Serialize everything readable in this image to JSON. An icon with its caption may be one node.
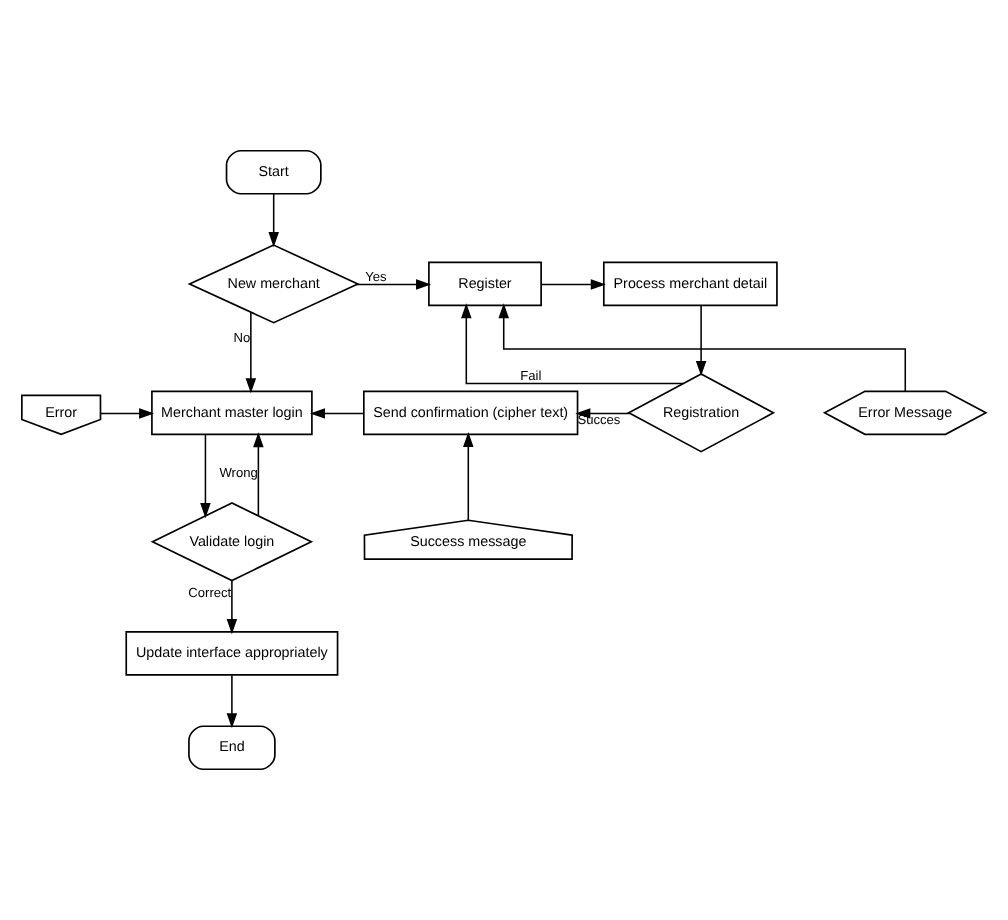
{
  "diagram": {
    "nodes": [
      {
        "text": [
          "Start"
        ]
      },
      {
        "text": [
          "New merchant"
        ]
      },
      {
        "text": [
          "Register"
        ]
      },
      {
        "text": [
          "Process merchant detail"
        ]
      },
      {
        "text": [
          "Error Message"
        ]
      },
      {
        "text": [
          "Error"
        ]
      },
      {
        "text": [
          "Merchant master login"
        ]
      },
      {
        "text": [
          "Send confirmation (cipher text)"
        ]
      },
      {
        "text": [
          "Registration"
        ]
      },
      {
        "text": [
          "Success message"
        ]
      },
      {
        "text": [
          "Validate login"
        ]
      },
      {
        "text": [
          "Update interface appropriately"
        ]
      },
      {
        "text": [
          "End"
        ]
      }
    ],
    "edges": [
      {
        "from": 0,
        "to": 1,
        "arrow": "to"
      },
      {
        "from": 1,
        "to": 2,
        "arrow": "to",
        "label": "Yes"
      },
      {
        "from": 1,
        "to": 6,
        "arrow": "to",
        "label": "No"
      },
      {
        "from": 2,
        "to": 3,
        "arrow": "to"
      },
      {
        "from": 3,
        "to": 8,
        "arrow": "to"
      },
      {
        "from": 8,
        "to": 7,
        "arrow": "to",
        "label": "Succes"
      },
      {
        "from": 8,
        "to": 2,
        "arrow": "to",
        "label": "Fail"
      },
      {
        "from": 4,
        "to": 2,
        "arrow": "to"
      },
      {
        "from": 9,
        "to": 7,
        "arrow": "to"
      },
      {
        "from": 7,
        "to": 6,
        "arrow": "to"
      },
      {
        "from": 5,
        "to": 6,
        "arrow": "to"
      },
      {
        "from": 6,
        "to": 10,
        "arrow": "to"
      },
      {
        "from": 10,
        "to": 6,
        "arrow": "to",
        "label": "Wrong"
      },
      {
        "from": 10,
        "to": 11,
        "arrow": "to",
        "label": "Correct"
      },
      {
        "from": 11,
        "to": 12,
        "arrow": "to"
      }
    ]
  }
}
